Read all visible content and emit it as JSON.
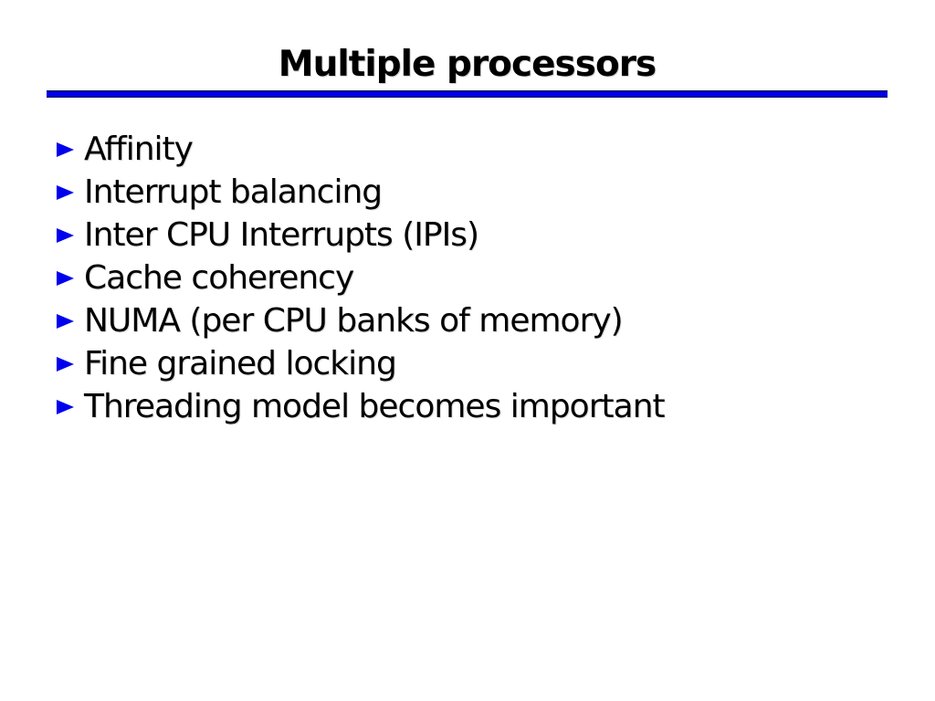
{
  "slide": {
    "title": "Multiple processors",
    "colors": {
      "background": "#ffffff",
      "text": "#000000",
      "rule_blue": "#0000ee",
      "rule_edge": "#000080",
      "bullet_blue": "#0000ee"
    },
    "bullet_icon": "right-triangle",
    "items": [
      "Affinity",
      "Interrupt balancing",
      "Inter CPU Interrupts (IPIs)",
      "Cache coherency",
      "NUMA (per CPU banks of memory)",
      "Fine grained locking",
      "Threading model becomes important"
    ]
  }
}
